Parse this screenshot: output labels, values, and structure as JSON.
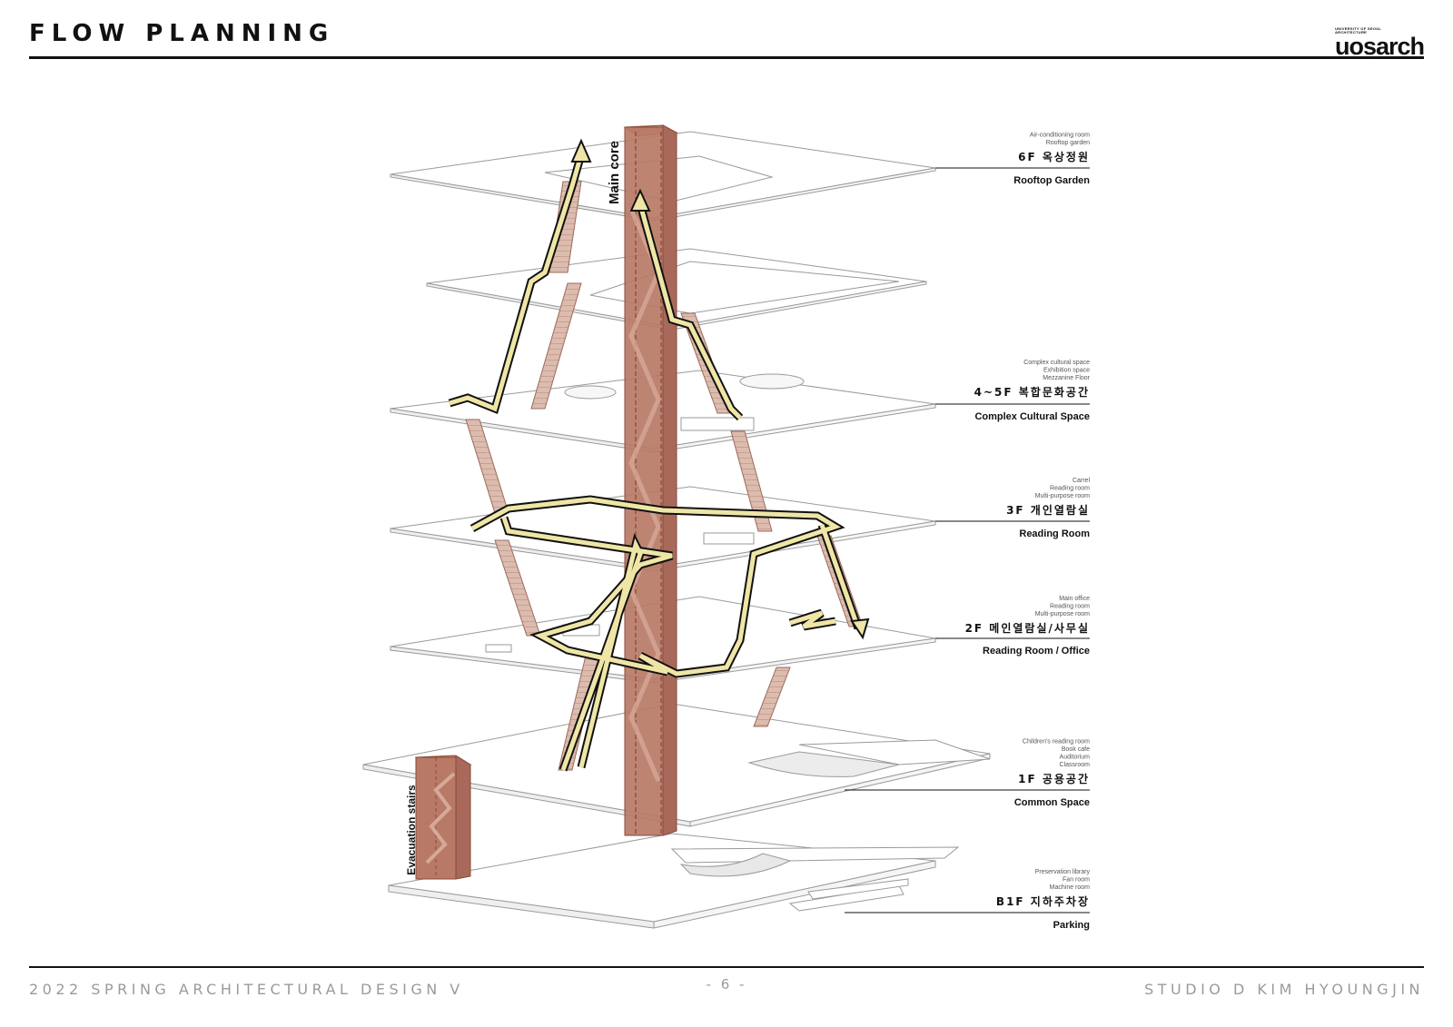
{
  "header": {
    "title": "FLOW PLANNING"
  },
  "logo": {
    "small_line1": "UNIVERSITY OF SEOUL",
    "small_line2": "ARCHITECTURE",
    "main": "uosarch"
  },
  "diagram": {
    "main_core_label": "Main core",
    "evacuation_label": "Evacuation stairs",
    "floors": [
      {
        "key": "6f",
        "ko": "6F 옥상정원",
        "en": "Rooftop Garden",
        "sub": [
          "Air-conditioning room",
          "Rooftop garden"
        ]
      },
      {
        "key": "45f",
        "ko": "4~5F 복합문화공간",
        "en": "Complex Cultural Space",
        "sub": [
          "Complex cultural space",
          "Exhibition space",
          "Mezzanine Floor"
        ]
      },
      {
        "key": "3f",
        "ko": "3F 개인열람실",
        "en": "Reading Room",
        "sub": [
          "Carrel",
          "Reading room",
          "Multi-purpose room"
        ]
      },
      {
        "key": "2f",
        "ko": "2F 메인열람실/사무실",
        "en": "Reading Room / Office",
        "sub": [
          "Main office",
          "Reading room",
          "Multi-purpose room"
        ]
      },
      {
        "key": "1f",
        "ko": "1F 공용공간",
        "en": "Common Space",
        "sub": [
          "Children's reading room",
          "Book cafe",
          "Auditorium",
          "Classroom"
        ]
      },
      {
        "key": "b1f",
        "ko": "B1F 지하주차장",
        "en": "Parking",
        "sub": [
          "Preservation library",
          "Fan room",
          "Machine room"
        ]
      }
    ],
    "colors": {
      "core_fill": "#b87a66",
      "core_edge": "#8a4a3a",
      "flow_fill": "#efe6a6",
      "flow_edge": "#111111",
      "stair_fill": "#d9b7a8",
      "slab_edge": "#9a9a9a"
    }
  },
  "footer": {
    "left": "2022 SPRING ARCHITECTURAL DESIGN V",
    "page": "- 6 -",
    "right": "STUDIO D KIM HYOUNGJIN"
  }
}
